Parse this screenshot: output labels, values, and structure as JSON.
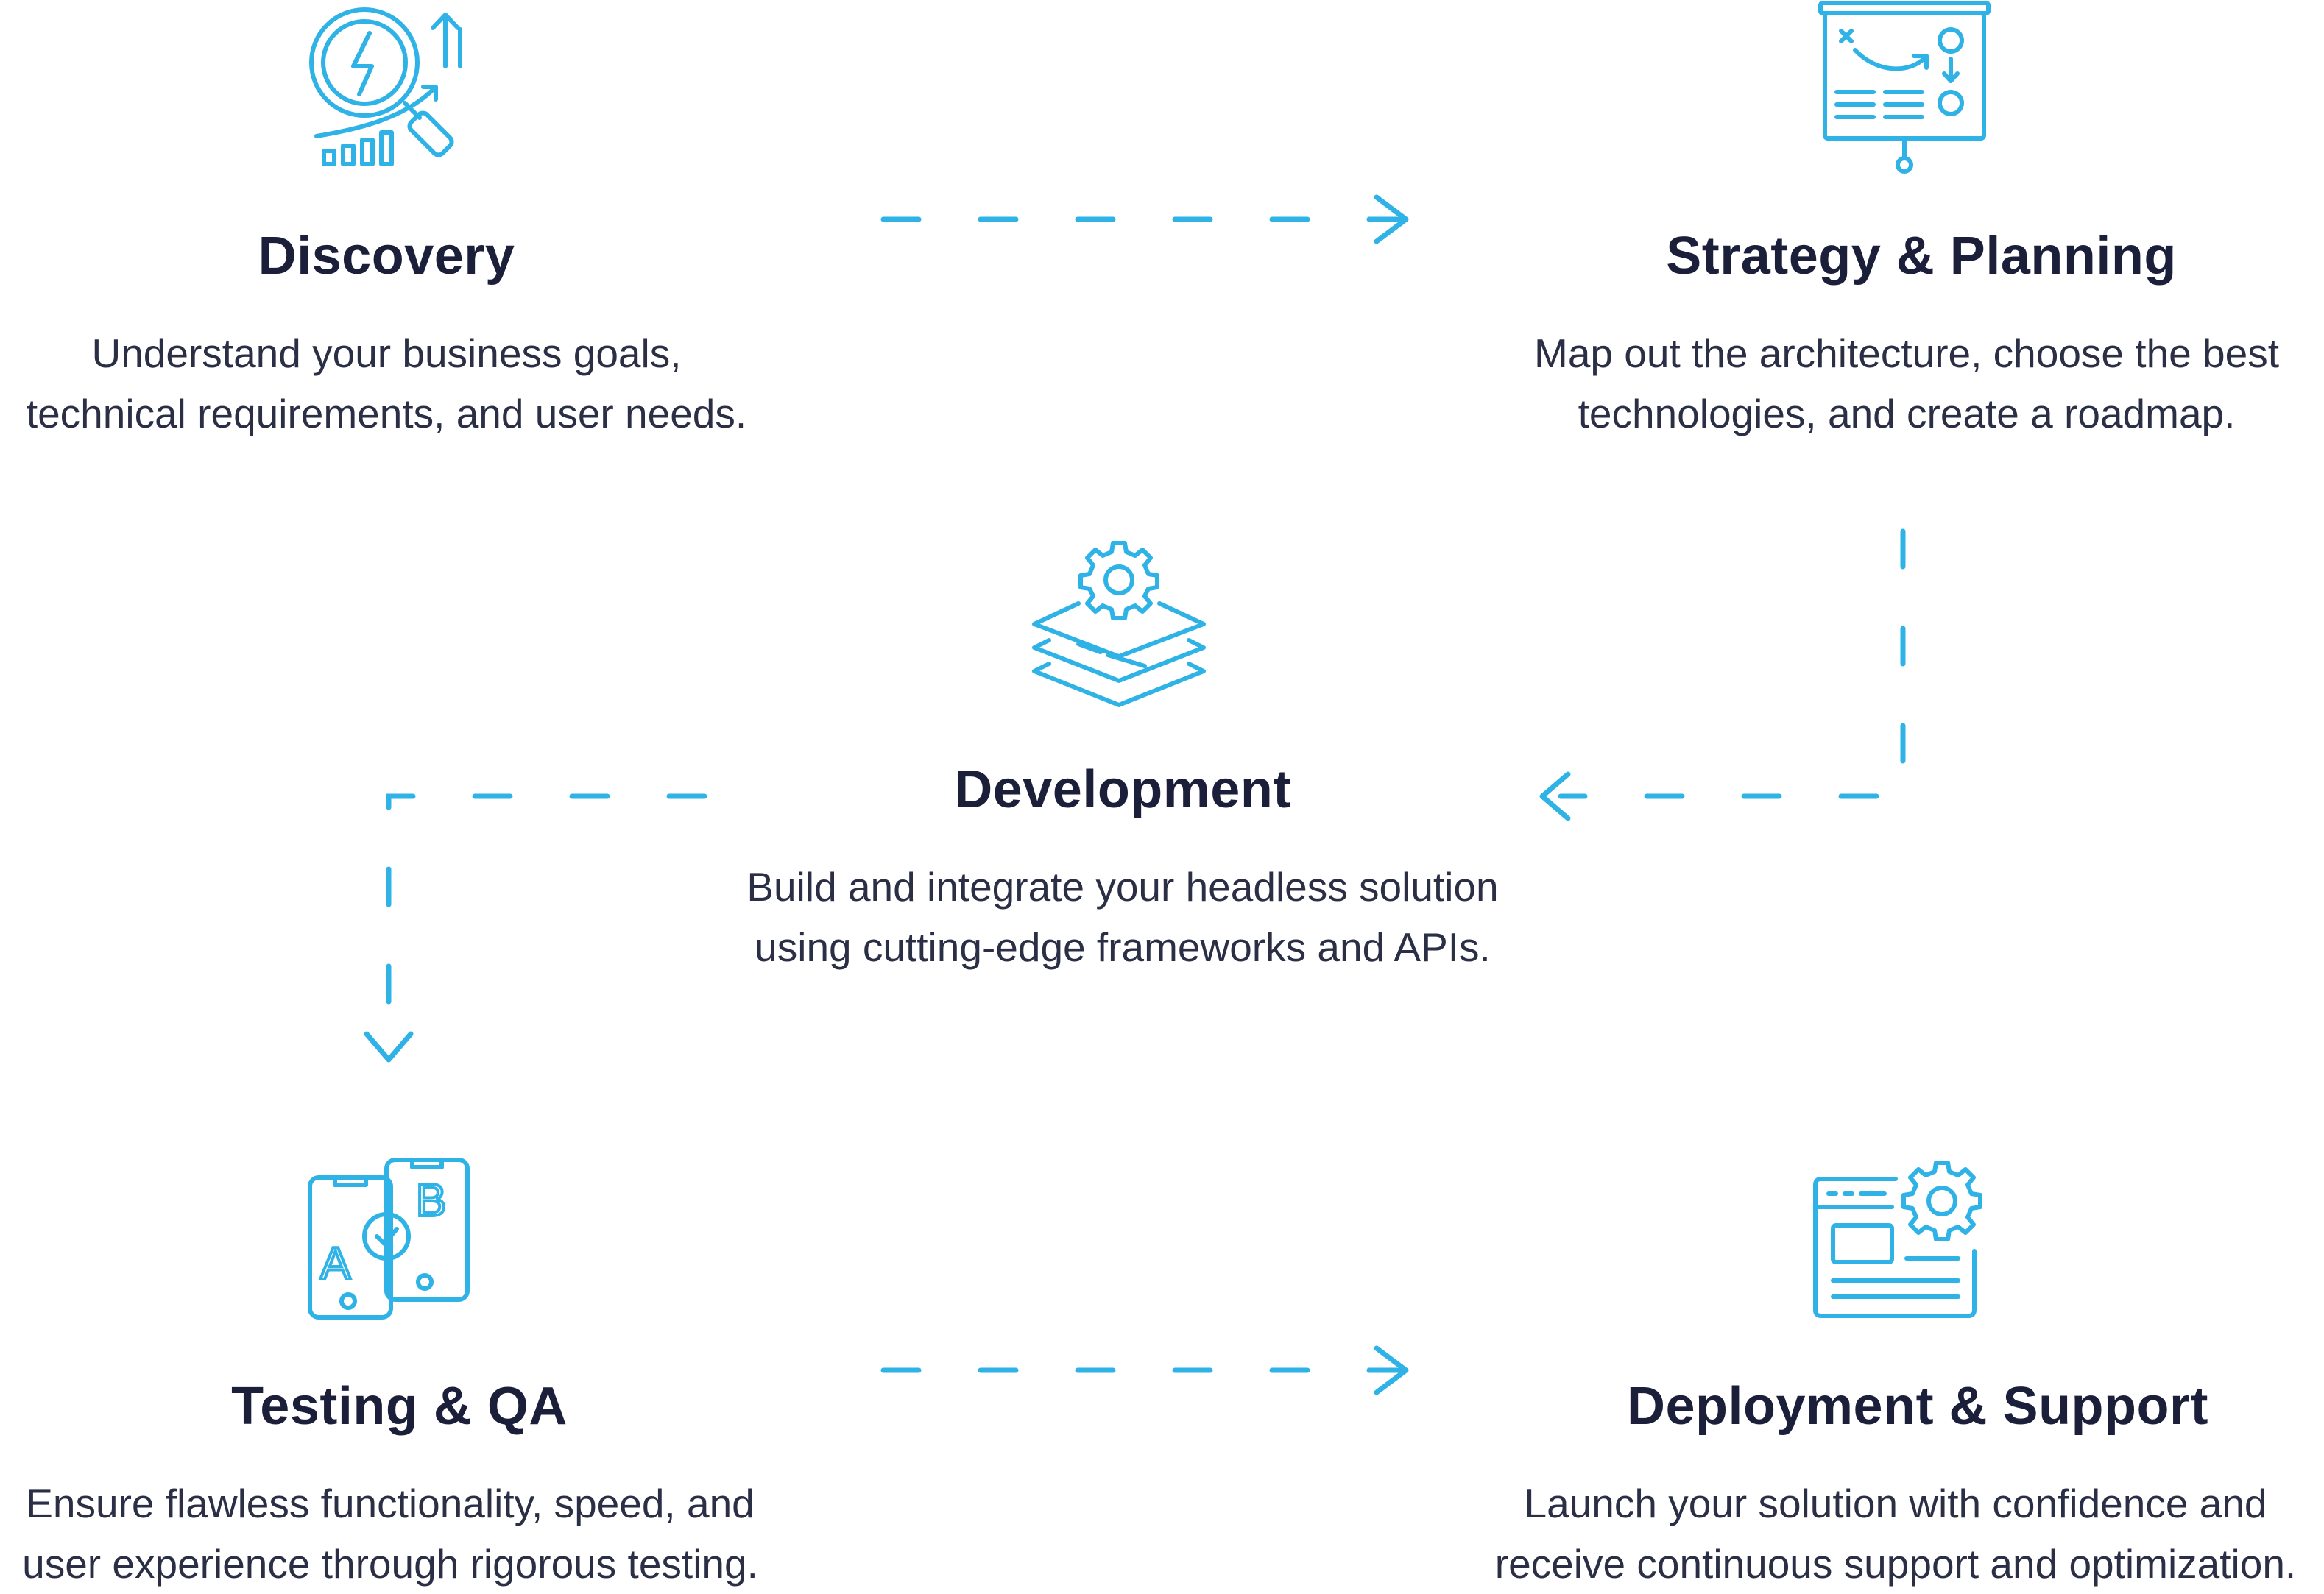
{
  "steps": [
    {
      "id": "discovery",
      "title": "Discovery",
      "lines": [
        "Understand your business goals,",
        "technical requirements, and user needs."
      ],
      "icon": "lightning-magnifier-growth-icon"
    },
    {
      "id": "strategy",
      "title": "Strategy & Planning",
      "lines": [
        "Map out the architecture, choose the best",
        "technologies, and create a roadmap."
      ],
      "icon": "strategy-board-icon"
    },
    {
      "id": "development",
      "title": "Development",
      "lines": [
        "Build and integrate your headless solution",
        "using cutting-edge frameworks and APIs."
      ],
      "icon": "gear-layers-icon"
    },
    {
      "id": "testing",
      "title": "Testing & QA",
      "lines": [
        "Ensure flawless functionality, speed, and",
        "user experience through rigorous testing."
      ],
      "icon": "ab-test-phones-icon"
    },
    {
      "id": "deployment",
      "title": "Deployment & Support",
      "lines": [
        "Launch your solution with confidence and",
        "receive continuous support and optimization."
      ],
      "icon": "browser-gear-icon"
    }
  ],
  "icon_labels": {
    "testing_a": "A",
    "testing_b": "B"
  },
  "colors": {
    "accent": "#2fb2e6",
    "heading": "#1b1f3a",
    "body": "#2a2f45"
  }
}
